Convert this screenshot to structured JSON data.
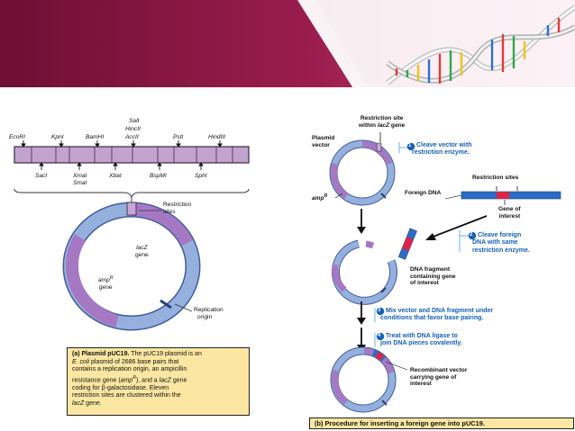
{
  "colors": {
    "header_dark": "#6e0f34",
    "header_mid": "#b2285e",
    "strip_pink": "#c2a3cf",
    "strip_border": "#3a2a46",
    "ring_blue": "#95b0dd",
    "ring_purple": "#a678c4",
    "ring_edge": "#3f5d9a",
    "label_blue": "#1560b8",
    "caption_bg": "#fbe7a2",
    "dna_blue": "#2b6cc6",
    "dna_red": "#d8264a"
  },
  "panel_a": {
    "top_labels": {
      "ecori": "EcoRI",
      "kpni": "KpnI",
      "bamhi": "BamHI",
      "sali": "SalI",
      "hincii": "HincII",
      "acci": "AccII",
      "psti": "PstI",
      "hindiii": "HindIII"
    },
    "bottom_labels": {
      "saci": "SacI",
      "xmai": "XmaI",
      "smai": "SmaI",
      "xbai": "XbaI",
      "bspmi": "BspMI",
      "sphi": "SphI"
    },
    "restriction_sites": [
      "Restriction",
      "sites"
    ],
    "lacz": [
      "lacZ",
      "gene"
    ],
    "ampr": [
      "amp",
      "R",
      "gene"
    ],
    "replication_origin": [
      "Replication",
      "origin"
    ],
    "caption": {
      "prefix": "(a) Plasmid pUC19.",
      "l1": " The pUC19 plasmid is an",
      "l2a": "E. coli",
      "l2b": " plasmid of 2686 base pairs that",
      "l3": "contains a replication origin, an ampicillin",
      "l4a": "resistance gene (",
      "l4b": "amp",
      "l4c": "R",
      "l4d": "), and a ",
      "l4e": "lacZ",
      "l4f": " gene",
      "l5": "coding for β-galactosidase. Eleven",
      "l6": "restriction sites are clustered within the",
      "l7": "lacZ",
      "l7b": " gene."
    }
  },
  "panel_b": {
    "plasmid_vector": [
      "Plasmid",
      "vector"
    ],
    "restriction_site_top": [
      "Restriction site",
      "within ",
      "lacZ",
      " gene"
    ],
    "ampr": [
      "amp",
      "R"
    ],
    "step1": [
      "Cleave vector with",
      "restriction enzyme."
    ],
    "restriction_sites": "Restriction sites",
    "foreign_dna": "Foreign DNA",
    "gene_of_interest": [
      "Gene of",
      "interest"
    ],
    "step2": [
      "Cleave foreign",
      "DNA with same",
      "restriction enzyme."
    ],
    "dna_fragment": [
      "DNA fragment",
      "containing gene",
      "of interest"
    ],
    "step3": [
      "Mix vector and DNA fragment under",
      "conditions that favor base pairing."
    ],
    "step4": [
      "Treat with DNA ligase to",
      "join DNA pieces covalently."
    ],
    "recombinant": [
      "Recombinant vector",
      "carrying gene of",
      "interest"
    ],
    "step_numbers": [
      "1",
      "2",
      "3",
      "4"
    ],
    "caption": "(b) Procedure for inserting a foreign gene into pUC19."
  }
}
